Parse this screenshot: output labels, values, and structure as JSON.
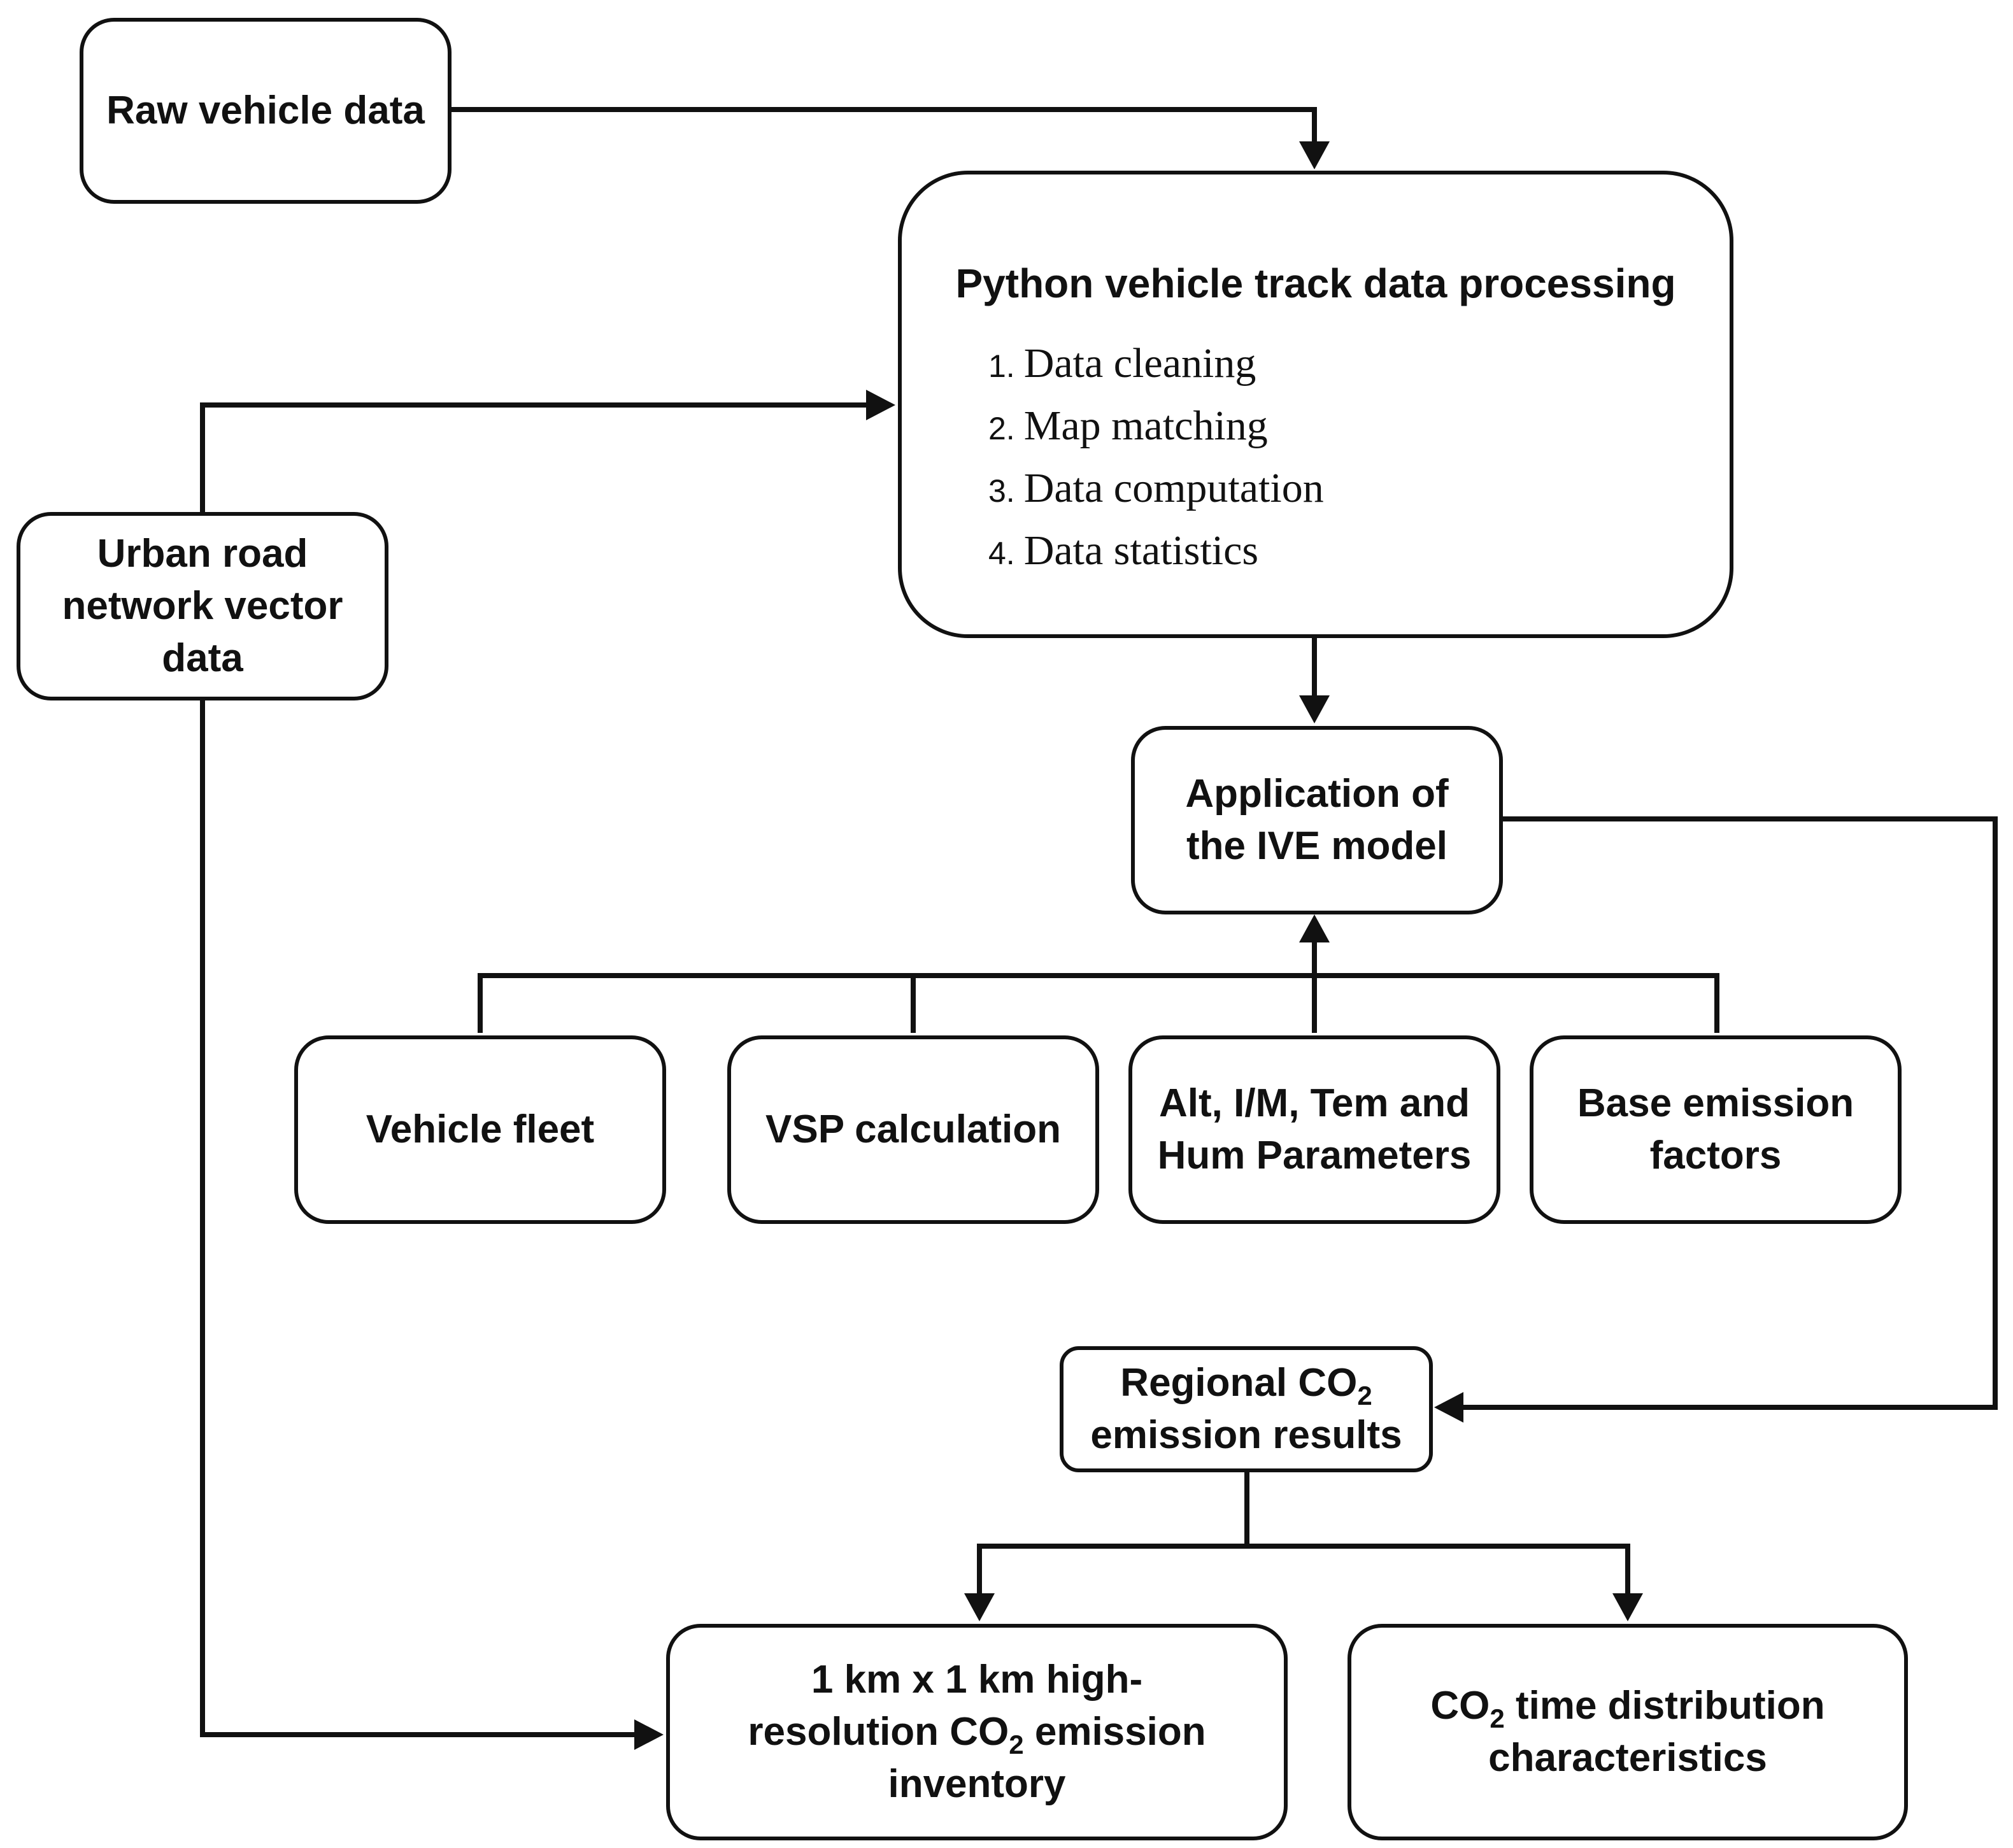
{
  "nodes": {
    "raw_vehicle_data": {
      "lines": [
        "Raw vehicle data"
      ]
    },
    "python_processing": {
      "title": "Python vehicle track data processing",
      "steps": [
        {
          "num": "1.",
          "text": "Data cleaning"
        },
        {
          "num": "2.",
          "text": "Map matching"
        },
        {
          "num": "3.",
          "text": "Data computation"
        },
        {
          "num": "4.",
          "text": "Data statistics"
        }
      ]
    },
    "urban_road": {
      "lines": [
        "Urban road",
        "network vector",
        "data"
      ]
    },
    "ive_model": {
      "lines": [
        "Application of",
        "the IVE model"
      ]
    },
    "vehicle_fleet": {
      "lines": [
        "Vehicle fleet"
      ]
    },
    "vsp_calculation": {
      "lines": [
        "VSP calculation"
      ]
    },
    "parameters": {
      "lines": [
        "Alt, I/M, Tem and",
        "Hum Parameters"
      ]
    },
    "base_emission": {
      "lines": [
        "Base emission",
        "factors"
      ]
    },
    "regional_results": {
      "line1": {
        "pre": "Regional CO",
        "sub": "2",
        "post": ""
      },
      "line2": "emission results"
    },
    "inventory": {
      "line1": "1 km x 1 km high-",
      "line2": {
        "pre": "resolution CO",
        "sub": "2",
        "post": " emission"
      },
      "line3": "inventory"
    },
    "time_distribution": {
      "line1": {
        "pre": "CO",
        "sub": "2",
        "post": " time distribution"
      },
      "line2": "characteristics"
    }
  },
  "colors": {
    "stroke": "#111111",
    "fill": "#ffffff"
  }
}
